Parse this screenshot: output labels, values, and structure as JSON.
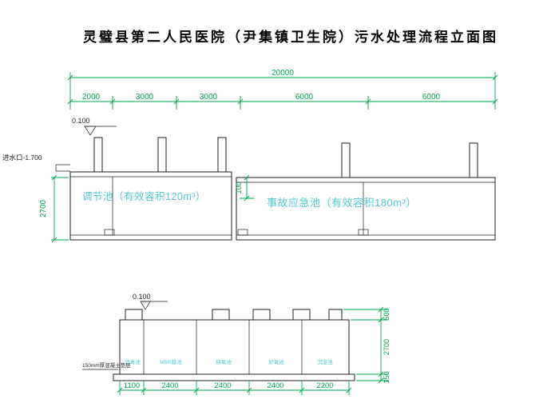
{
  "title": "灵璧县第二人民医院（尹集镇卫生院）污水处理流程立面图",
  "colors": {
    "dimension_green": "#00a64f",
    "label_cyan": "#4fc8d4",
    "line_black": "#1f1f1f",
    "background": "#ffffff"
  },
  "upper_drawing": {
    "total_dimension": "20000",
    "segment_dimensions": [
      "2000",
      "3000",
      "3000",
      "6000",
      "6000"
    ],
    "elevation_mark": "0.100",
    "inlet_label": "进水口-1.700",
    "depth_dimension": "2700",
    "offset_dimension": "100",
    "left_tank_label": "调节池（有效容积120m³）",
    "right_tank_label": "事故应急池（有效容积180m³）"
  },
  "lower_drawing": {
    "elevation_mark": "0.100",
    "chamber_labels": [
      "消毒池",
      "MBR膜池",
      "缺氧池",
      "好氧池",
      "沉淀池"
    ],
    "base_note": "150mm厚混凝土垫层",
    "bottom_dimensions": [
      "1100",
      "2400",
      "2400",
      "2400",
      "2200"
    ],
    "right_dimensions": [
      "500",
      "2700",
      "150"
    ]
  }
}
